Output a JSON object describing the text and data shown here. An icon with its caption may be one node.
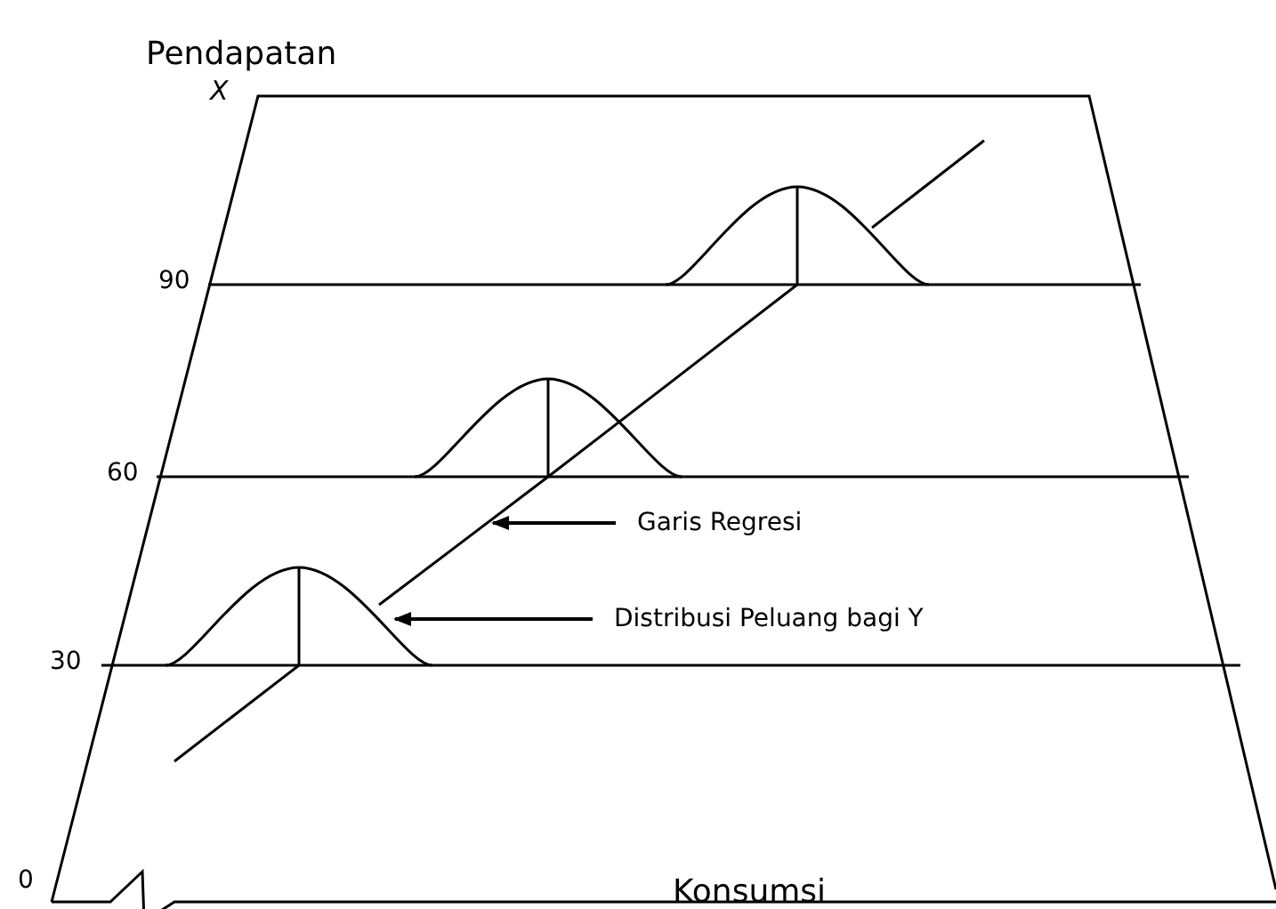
{
  "diagram": {
    "nodes": [
      {
        "text": [
          "Garis Regresi"
        ]
      },
      {
        "text": [
          "Distribusi Peluang bagi Y"
        ]
      }
    ],
    "edges": [
      {
        "from": 0,
        "to": null,
        "arrow": "to"
      },
      {
        "from": 1,
        "to": null,
        "arrow": "to"
      }
    ],
    "labels": [
      "Pendapatan",
      "X",
      "90",
      "60",
      "30",
      "0",
      "Konsumsi"
    ]
  }
}
